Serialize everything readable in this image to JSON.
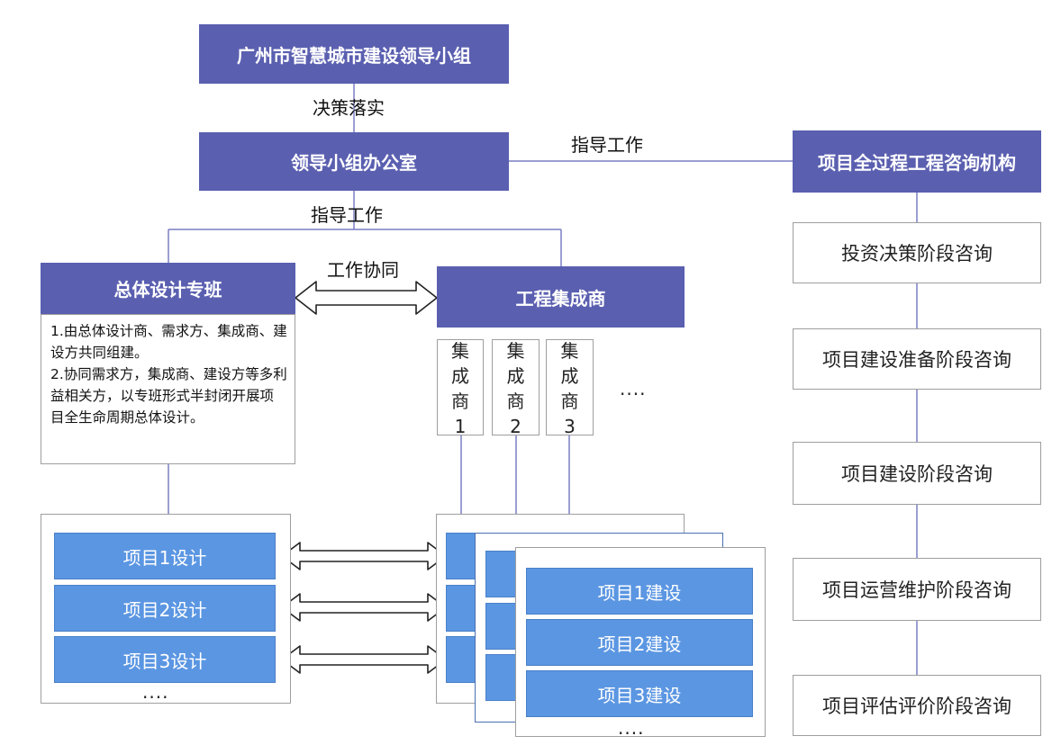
{
  "leading_group": "广州市智慧城市建设领导小组",
  "label_decision": "决策落实",
  "leading_office": "领导小组办公室",
  "label_guidance_right": "指导工作",
  "label_guidance_down": "指导工作",
  "consulting_agency": "项目全过程工程咨询机构",
  "phases": [
    "投资决策阶段咨询",
    "项目建设准备阶段咨询",
    "项目建设阶段咨询",
    "项目运营维护阶段咨询",
    "项目评估评价阶段咨询"
  ],
  "design_team": "总体设计专班",
  "label_collab": "工作协同",
  "integrator": "工程集成商",
  "design_team_desc": "1.由总体设计商、需求方、集成商、建设方共同组建。\n2.协同需求方，集成商、建设方等多利益相关方，以专班形式半封闭开展项目全生命周期总体设计。",
  "sub_integrators": [
    {
      "chars": [
        "集",
        "成",
        "商",
        "1"
      ]
    },
    {
      "chars": [
        "集",
        "成",
        "商",
        "2"
      ]
    },
    {
      "chars": [
        "集",
        "成",
        "商",
        "3"
      ]
    }
  ],
  "ellipsis_integrators": "....",
  "designs": [
    "项目1设计",
    "项目2设计",
    "项目3设计"
  ],
  "ellipsis_designs": "....",
  "constructions": [
    "项目1建设",
    "项目2建设",
    "项目3建设"
  ],
  "ellipsis_constructions": "....",
  "colors": {
    "header_fill": "#5a5fb0",
    "project_fill": "#5b96e2",
    "connector": "#7b7fc4"
  }
}
